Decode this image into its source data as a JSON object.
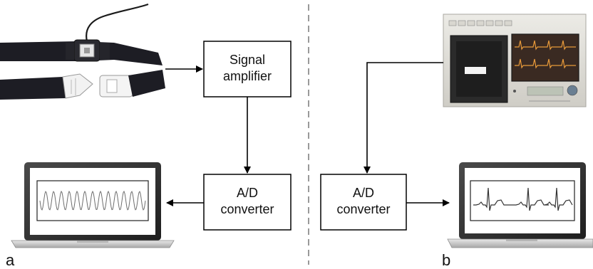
{
  "panel_a": {
    "label": "a",
    "amplifier": {
      "line1": "Signal",
      "line2": "amplifier"
    },
    "converter": {
      "line1": "A/D",
      "line2": "converter"
    }
  },
  "panel_b": {
    "label": "b",
    "converter": {
      "line1": "A/D",
      "line2": "converter"
    }
  },
  "colors": {
    "strap": "#1d1d24",
    "laptop_frame": "#3a3a3a",
    "trace_a": "#6e6e6e",
    "trace_b": "#333333",
    "ecg_screen": "#3a2a22",
    "ecg_trace": "#e89a3a"
  }
}
